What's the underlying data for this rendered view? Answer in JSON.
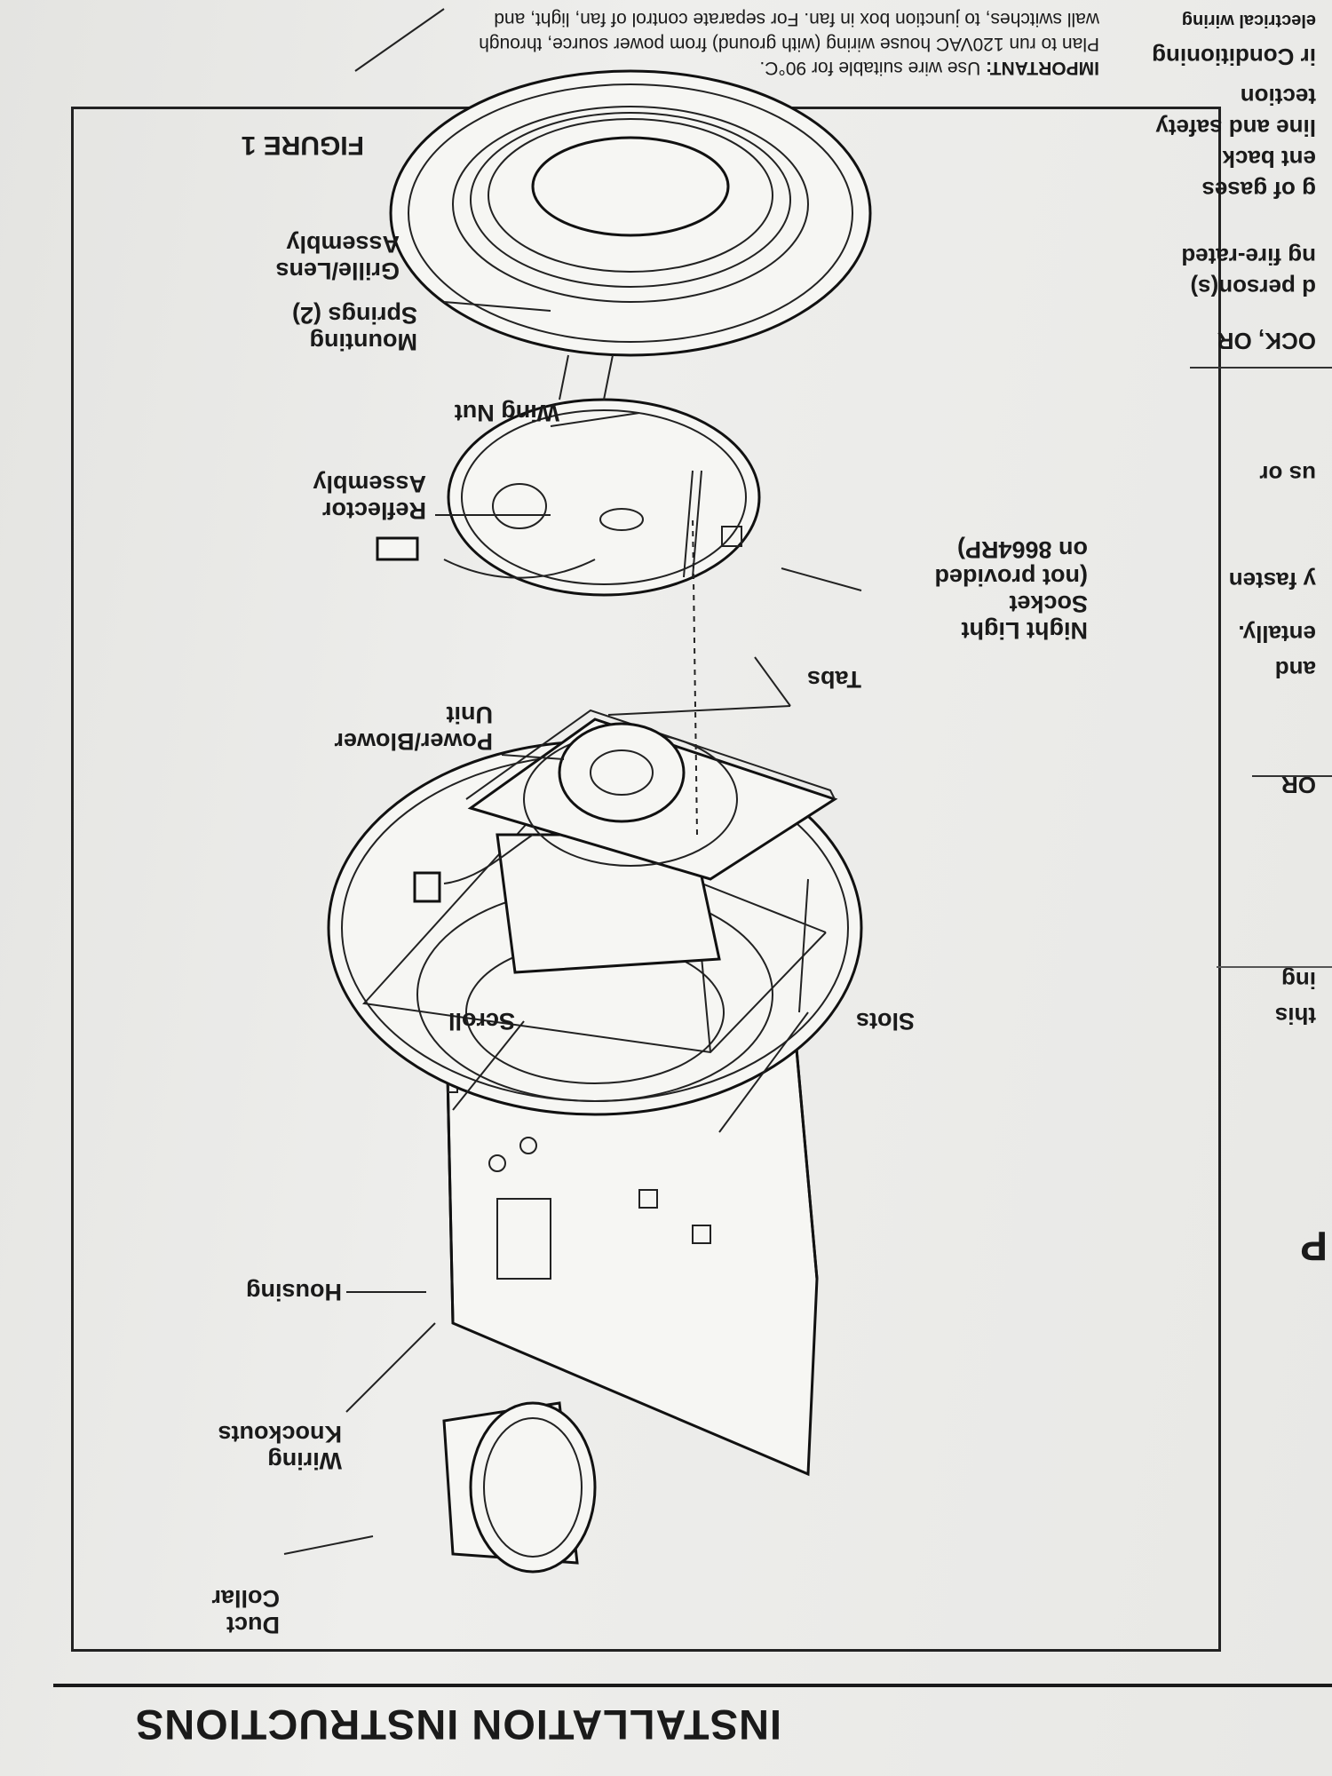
{
  "header": {
    "title": "INSTALLATION INSTRUCTIONS"
  },
  "figure": {
    "caption": "FIGURE 1",
    "labels": {
      "duct_collar": [
        "Duct",
        "Collar"
      ],
      "wiring_knockouts": [
        "Wiring",
        "Knockouts"
      ],
      "housing": "Housing",
      "scroll": "Scroll",
      "slots": "Slots",
      "power_blower": [
        "Power/Blower",
        "Unit"
      ],
      "tabs": "Tabs",
      "night_light": [
        "Night Light",
        "Socket",
        "(not provided",
        "on 8664RP)"
      ],
      "reflector": [
        "Reflector",
        "Assembly"
      ],
      "wing_nut": "Wing Nut",
      "mounting_springs": [
        "Mounting",
        "Springs (2)"
      ],
      "grille_lens": [
        "Grille/Lens",
        "Assembly"
      ]
    }
  },
  "note": {
    "lead": "IMPORTANT:",
    "line1": "Use wire suitable for 90°C.",
    "line2": "Plan to run 120VAC house wiring (with ground) from power source, through",
    "line3": "wall switches, to junction box in fan. For separate control of fan, light, and"
  },
  "side_column": [
    "this",
    "ing",
    "OR",
    "and",
    "entally.",
    "y fasten",
    "us or",
    "OCK, OR",
    "d person(s)",
    "ng fire-rated",
    "g of gases",
    "ent back",
    "line and safety",
    "tection",
    "ir Conditioning",
    "electrical wiring"
  ],
  "side_heading": "P"
}
